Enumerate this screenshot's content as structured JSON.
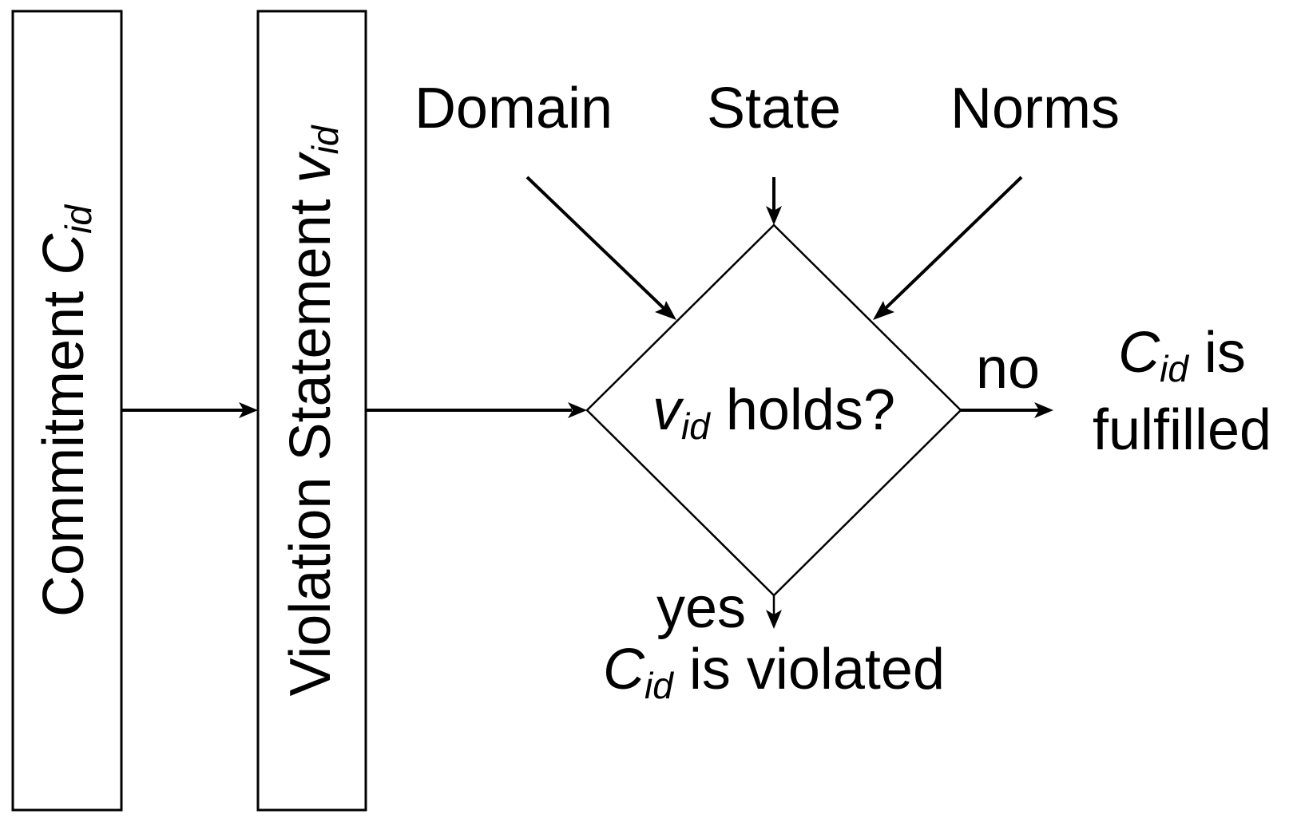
{
  "commitment_box": {
    "text": "Commitment ",
    "symbol": "C",
    "subscript": "id"
  },
  "violation_box": {
    "text": "Violation Statement ",
    "symbol": "v",
    "subscript": "id"
  },
  "inputs": {
    "domain": "Domain",
    "state": "State",
    "norms": "Norms"
  },
  "decision": {
    "symbol": "v",
    "subscript": "id",
    "text": " holds?"
  },
  "branch_no": {
    "label": "no",
    "symbol": "C",
    "subscript": "id",
    "line1_text": " is",
    "line2_text": "fulfilled"
  },
  "branch_yes": {
    "label": "yes",
    "symbol": "C",
    "subscript": "id",
    "text": " is violated"
  },
  "colors": {
    "stroke": "#000000",
    "background": "#ffffff"
  }
}
